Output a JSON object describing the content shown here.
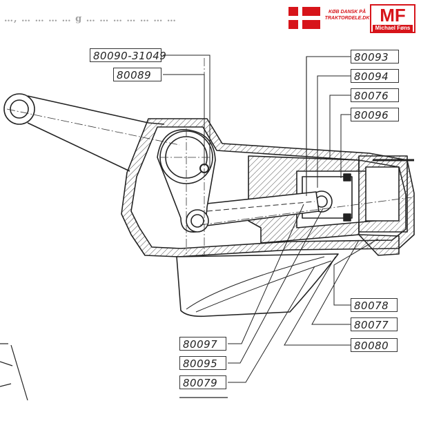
{
  "page": {
    "header_partial_text": "…, … … … … g … … … … … … …"
  },
  "logo": {
    "flag_color": "#d7141a",
    "promo_line1": "KØB DANSK PÅ",
    "promo_line2": "TRAKTORDELE.DK",
    "mf_letters": "MF",
    "mf_name": "Michael Føns"
  },
  "parts": [
    {
      "key": "80090-31049",
      "label": "80090-31049"
    },
    {
      "key": "80089",
      "label": "80089"
    },
    {
      "key": "80093",
      "label": "80093"
    },
    {
      "key": "80094",
      "label": "80094"
    },
    {
      "key": "80076",
      "label": "80076"
    },
    {
      "key": "80096",
      "label": "80096"
    },
    {
      "key": "80078",
      "label": "80078"
    },
    {
      "key": "80077",
      "label": "80077"
    },
    {
      "key": "80080",
      "label": "80080"
    },
    {
      "key": "80097",
      "label": "80097"
    },
    {
      "key": "80095",
      "label": "80095"
    },
    {
      "key": "80079",
      "label": "80079"
    }
  ]
}
